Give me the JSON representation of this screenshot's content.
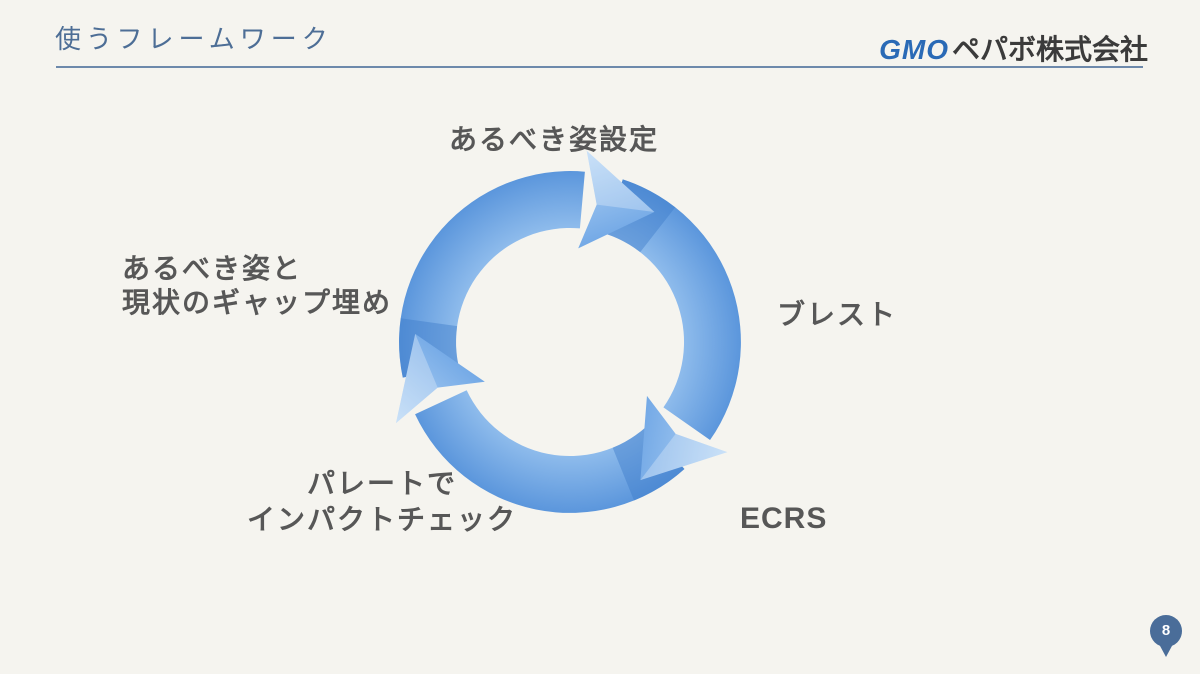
{
  "slide": {
    "title": "使うフレームワーク",
    "title_color": "#4d6e96",
    "background_color": "#f5f4ef",
    "divider_color": "#6d89ab",
    "page_number": "8",
    "page_pin_color": "#4a6d99"
  },
  "logo": {
    "text_blue": "GMO",
    "text_dark": "ペパボ株式会社",
    "blue": "#2a6ab6",
    "dark": "#3b3b3b"
  },
  "diagram": {
    "type": "cycle",
    "direction": "clockwise",
    "label_color": "#575757",
    "colors": {
      "ring_light": "#8fbcec",
      "ring_dark": "#5b96dc",
      "head_light": "#b5d5f5",
      "head_dark": "#66a0e3",
      "shadow": "#3f7cc9"
    },
    "steps": [
      {
        "position": "top",
        "lines": [
          "あるべき姿設定"
        ]
      },
      {
        "position": "right",
        "lines": [
          "ブレスト"
        ]
      },
      {
        "position": "bottom-right",
        "lines": [
          "ECRS"
        ]
      },
      {
        "position": "bottom-left",
        "lines": [
          "パレートで",
          "インパクトチェック"
        ]
      },
      {
        "position": "left",
        "lines": [
          "あるべき姿と",
          "現状のギャップ埋め"
        ]
      }
    ]
  }
}
